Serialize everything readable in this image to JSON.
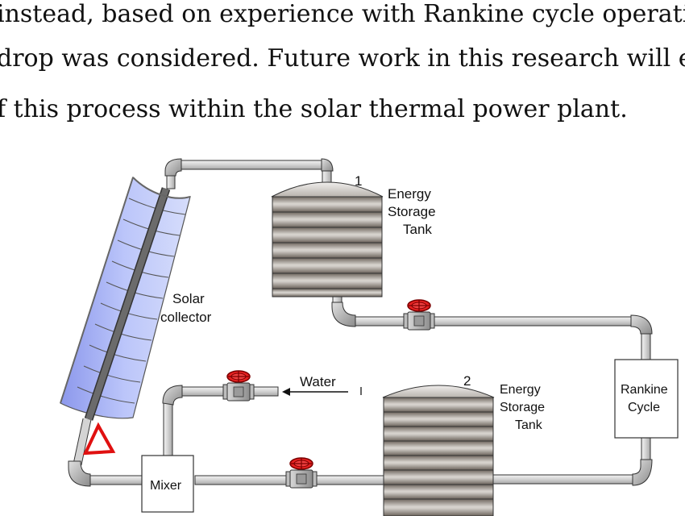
{
  "text_lines": [
    "instead, based on experience with Rankine cycle operation,",
    "drop was considered. Future work in this research will expl",
    "f this process within the solar thermal power plant."
  ],
  "diagram": {
    "tank1": {
      "number": "1",
      "label_lines": [
        "Energy",
        "Storage",
        "Tank"
      ]
    },
    "tank2": {
      "number": "2",
      "label_lines": [
        "Energy",
        "Storage",
        "Tank"
      ]
    },
    "solar_collector": {
      "label_lines": [
        "Solar",
        "collector"
      ]
    },
    "rankine_cycle": {
      "label_lines": [
        "Rankine",
        "Cycle"
      ]
    },
    "mixer": {
      "label": "Mixer"
    },
    "water_inlet": {
      "label": "Water"
    }
  }
}
